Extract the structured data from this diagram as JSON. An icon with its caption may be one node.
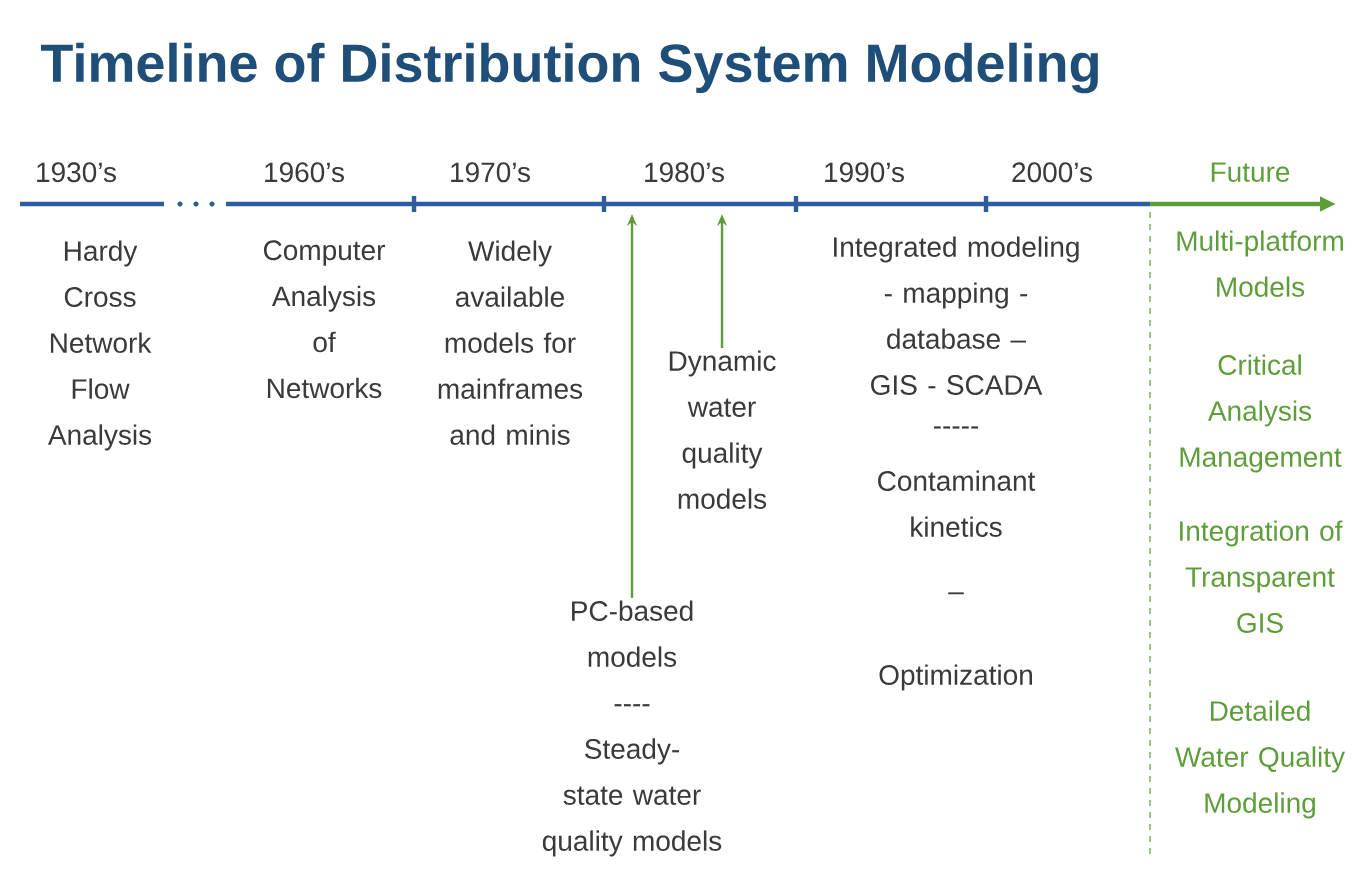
{
  "diagram": {
    "title": "Timeline of Distribution System Modeling",
    "nodes": [
      {
        "text": [
          "Dynamic water quality models"
        ]
      },
      {
        "text": [
          "PC-based models",
          "----",
          "Steady-state water quality models"
        ]
      }
    ],
    "edges": [
      {
        "from": 0,
        "to": null,
        "arrow": "to"
      },
      {
        "from": 1,
        "to": null,
        "arrow": "to"
      }
    ],
    "labels": [
      "1930’s",
      "1960’s",
      "1970’s",
      "1980’s",
      "1990’s",
      "2000’s",
      "Future",
      "Hardy Cross Network Flow Analysis",
      "Computer Analysis of Networks",
      "Widely available models for mainframes and minis",
      "Integrated modeling - mapping - database – GIS - SCADA",
      "-----",
      "Contaminant kinetics",
      "–",
      "Optimization",
      "Multi-platform Models",
      "Critical Analysis Management",
      "Integration of Transparent GIS",
      "Detailed Water Quality Modeling"
    ]
  }
}
